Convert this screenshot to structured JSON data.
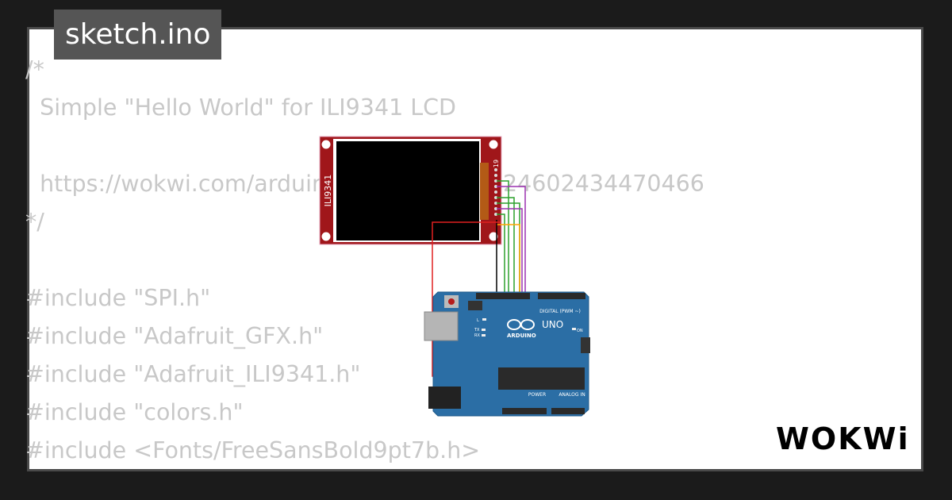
{
  "tab": {
    "filename": "sketch.ino"
  },
  "code_lines": [
    "/*",
    "  Simple \"Hello World\" for ILI9341 LCD",
    "",
    "  https://wokwi.com/arduino/projects/308024602434470466",
    "*/",
    "",
    "#include \"SPI.h\"",
    "#include \"Adafruit_GFX.h\"",
    "#include \"Adafruit_ILI9341.h\"",
    "#include \"colors.h\"",
    "#include <Fonts/FreeSansBold9pt7b.h>"
  ],
  "display": {
    "model_label": "ILI9341",
    "pin_label": "19",
    "screen_color": "#000000",
    "pcb_color": "#a0161a"
  },
  "board": {
    "model": "UNO",
    "brand": "ARDUINO",
    "digital_label": "DIGITAL (PWM ~)",
    "power_label": "POWER",
    "analog_label": "ANALOG IN",
    "on_label": "ON",
    "tx_label": "TX",
    "rx_label": "RX",
    "l_label": "L",
    "pcb_color": "#2b6ea5"
  },
  "wires": {
    "colors": [
      "#2ca02c",
      "#9b30b0",
      "#ffa500",
      "#000000",
      "#e02020"
    ]
  },
  "logo": {
    "text": "WOKWi"
  }
}
